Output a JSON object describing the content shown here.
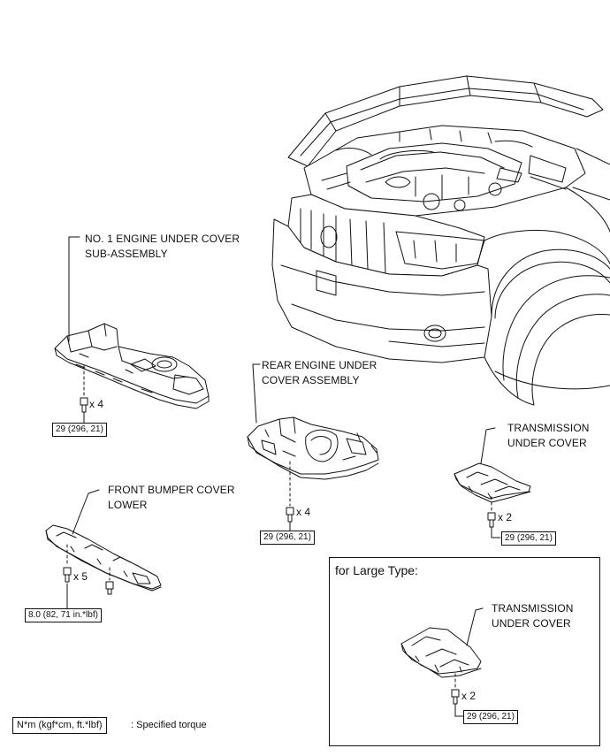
{
  "parts": {
    "no1_engine_under_cover": {
      "label_line1": "NO. 1 ENGINE UNDER COVER",
      "label_line2": "SUB-ASSEMBLY",
      "quantity": "x 4",
      "torque": "29 (296, 21)"
    },
    "rear_engine_under_cover": {
      "label_line1": "REAR ENGINE UNDER",
      "label_line2": "COVER ASSEMBLY",
      "quantity": "x 4",
      "torque": "29 (296, 21)"
    },
    "transmission_under_cover": {
      "label_line1": "TRANSMISSION",
      "label_line2": "UNDER COVER",
      "quantity": "x 2",
      "torque": "29 (296, 21)"
    },
    "front_bumper_cover_lower": {
      "label_line1": "FRONT BUMPER COVER",
      "label_line2": "LOWER",
      "quantity": "x 5",
      "torque": "8.0 (82, 71 in.*lbf)"
    }
  },
  "large_type": {
    "title": "for Large Type:",
    "label_line1": "TRANSMISSION",
    "label_line2": "UNDER COVER",
    "quantity": "x 2",
    "torque": "29 (296, 21)"
  },
  "legend": {
    "unit": "N*m (kgf*cm, ft.*lbf)",
    "description": ": Specified torque"
  }
}
